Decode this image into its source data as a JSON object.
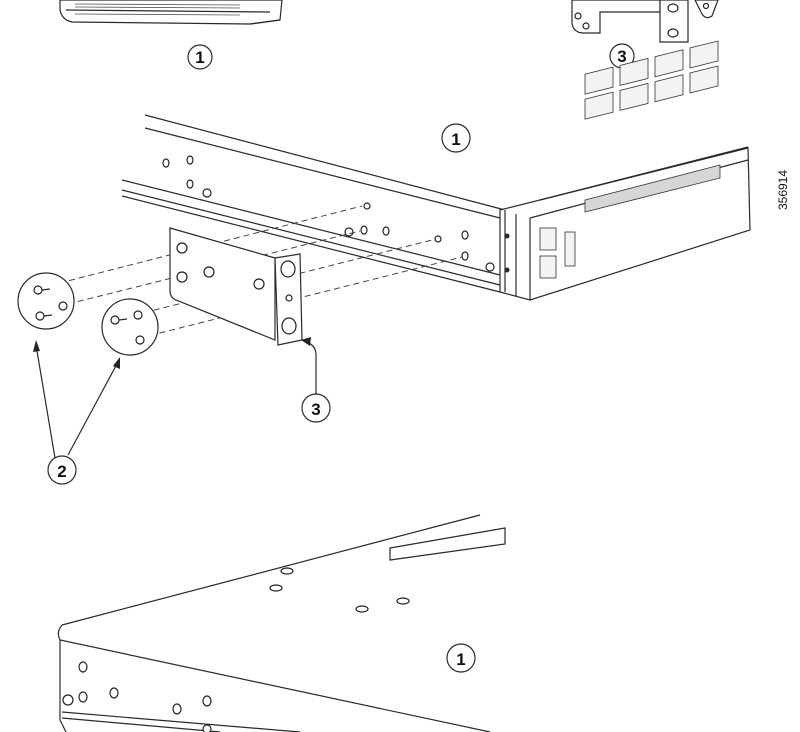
{
  "figure": {
    "figure_id": "356914",
    "callouts": {
      "top_switch": "1",
      "top_bracket": "3",
      "mid_switch": "1",
      "screws": "2",
      "bracket": "3",
      "bottom_switch": "1"
    }
  }
}
